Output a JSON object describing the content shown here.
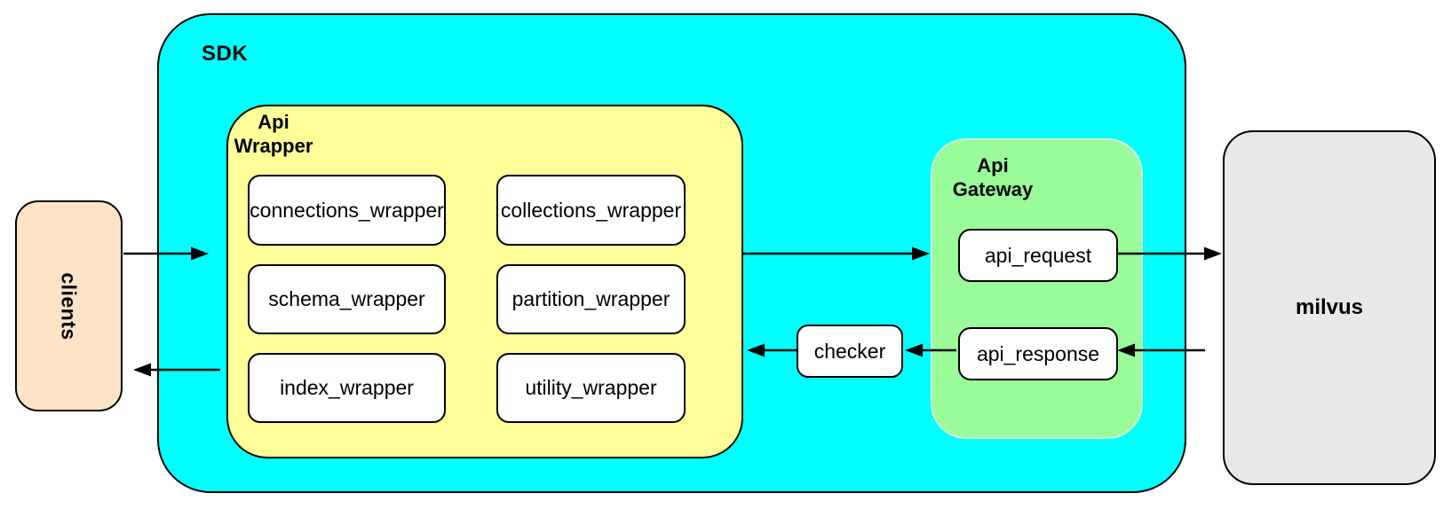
{
  "sdk": {
    "label": "SDK"
  },
  "clients": {
    "label": "clients"
  },
  "api_wrapper": {
    "title_line1": "Api",
    "title_line2": "Wrapper",
    "boxes": [
      "connections_wrapper",
      "collections_wrapper",
      "schema_wrapper",
      "partition_wrapper",
      "index_wrapper",
      "utility_wrapper"
    ]
  },
  "checker": {
    "label": "checker"
  },
  "api_gateway": {
    "title_line1": "Api",
    "title_line2": "Gateway",
    "request_label": "api_request",
    "response_label": "api_response"
  },
  "milvus": {
    "label": "milvus"
  },
  "arrows": [
    {
      "from": "clients",
      "to": "sdk",
      "direction": "right"
    },
    {
      "from": "api_wrapper",
      "to": "api_gateway",
      "direction": "right"
    },
    {
      "from": "api_request",
      "to": "milvus",
      "direction": "right"
    },
    {
      "from": "milvus",
      "to": "api_response",
      "direction": "left"
    },
    {
      "from": "api_response",
      "to": "checker",
      "direction": "left"
    },
    {
      "from": "checker",
      "to": "api_wrapper",
      "direction": "left"
    },
    {
      "from": "api_wrapper",
      "to": "clients",
      "direction": "left"
    }
  ],
  "colors": {
    "sdk_fill": "#00ffff",
    "api_wrapper_fill": "#ffff99",
    "api_gateway_fill": "#99fb99",
    "clients_fill": "#ffe3c6",
    "milvus_fill": "#e8e8e8",
    "node_fill": "#ffffff",
    "border": "#000000"
  }
}
